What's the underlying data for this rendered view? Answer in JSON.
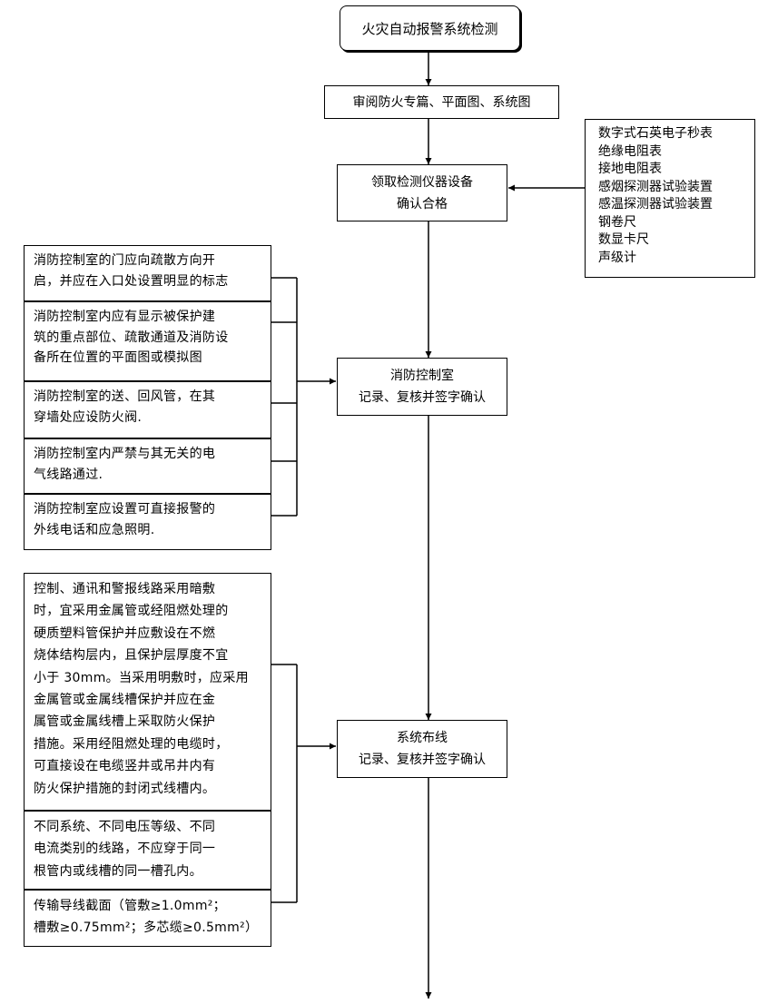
{
  "flow": {
    "start": "火灾自动报警系统检测",
    "review": "审阅防火专篇、平面图、系统图",
    "instruments": [
      "领取检测仪器设备",
      "确认合格"
    ],
    "control_room": [
      "消防控制室",
      "记录、复核并签字确认"
    ],
    "wiring": [
      "系统布线",
      "记录、复核并签字确认"
    ]
  },
  "tools": [
    "数字式石英电子秒表",
    "绝缘电阻表",
    "接地电阻表",
    "感烟探测器试验装置",
    "感温探测器试验装置",
    "钢卷尺",
    "数显卡尺",
    "声级计"
  ],
  "control_room_items": [
    [
      "消防控制室的门应向疏散方向开",
      "启，并应在入口处设置明显的标志"
    ],
    [
      "消防控制室内应有显示被保护建",
      "筑的重点部位、疏散通道及消防设",
      "备所在位置的平面图或模拟图"
    ],
    [
      "消防控制室的送、回风管，在其",
      "穿墙处应设防火阀."
    ],
    [
      "消防控制室内严禁与其无关的电",
      "气线路通过."
    ],
    [
      "消防控制室应设置可直接报警的",
      "外线电话和应急照明."
    ]
  ],
  "wiring_items": [
    [
      "控制、通讯和警报线路采用暗敷",
      "时，宜采用金属管或经阻燃处理的",
      "硬质塑料管保护并应敷设在不燃",
      "烧体结构层内，且保护层厚度不宜",
      "小于 30mm。当采用明敷时，应采用",
      "金属管或金属线槽保护并应在金",
      "属管或金属线槽上采取防火保护",
      "措施。采用经阻燃处理的电缆时，",
      "可直接设在电缆竖井或吊井内有",
      "防火保护措施的封闭式线槽内。"
    ],
    [
      "不同系统、不同电压等级、不同",
      "电流类别的线路，不应穿于同一",
      "根管内或线槽的同一槽孔内。"
    ],
    [
      "传输导线截面（管敷≥1.0mm²；",
      "槽敷≥0.75mm²；多芯缆≥0.5mm²）"
    ]
  ]
}
